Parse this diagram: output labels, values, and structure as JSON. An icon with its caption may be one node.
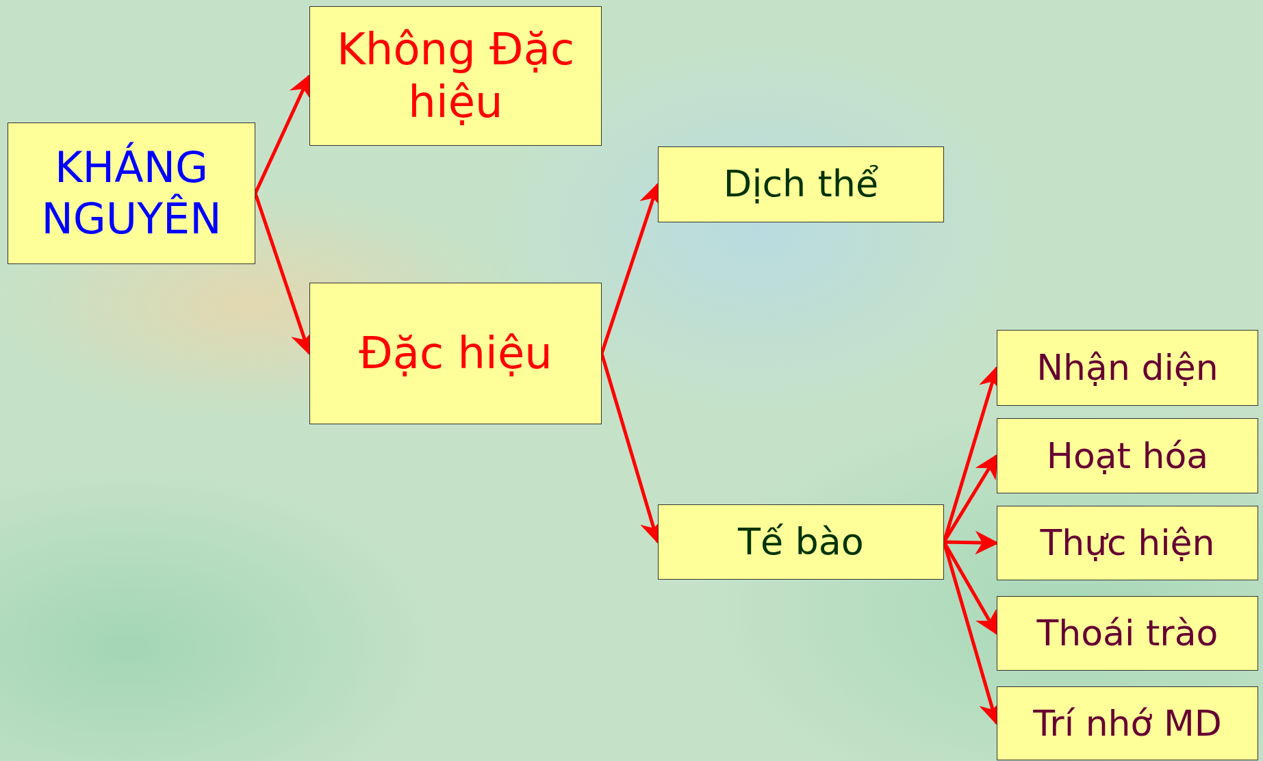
{
  "diagram": {
    "nodes": [
      {
        "text": [
          "KHÁNG NGUYÊN"
        ]
      },
      {
        "text": [
          "Không Đặc hiệu"
        ]
      },
      {
        "text": [
          "Đặc hiệu"
        ]
      },
      {
        "text": [
          "Dịch thể"
        ]
      },
      {
        "text": [
          "Tế bào"
        ]
      },
      {
        "text": [
          "Nhận diện"
        ]
      },
      {
        "text": [
          "Hoạt hóa"
        ]
      },
      {
        "text": [
          "Thực hiện"
        ]
      },
      {
        "text": [
          "Thoái trào"
        ]
      },
      {
        "text": [
          "Trí nhớ MD"
        ]
      }
    ],
    "edges": [
      {
        "from": 0,
        "to": 1,
        "arrow": "to"
      },
      {
        "from": 0,
        "to": 2,
        "arrow": "to"
      },
      {
        "from": 2,
        "to": 3,
        "arrow": "to"
      },
      {
        "from": 2,
        "to": 4,
        "arrow": "to"
      },
      {
        "from": 4,
        "to": 5,
        "arrow": "to"
      },
      {
        "from": 4,
        "to": 6,
        "arrow": "to"
      },
      {
        "from": 4,
        "to": 7,
        "arrow": "to"
      },
      {
        "from": 4,
        "to": 8,
        "arrow": "to"
      },
      {
        "from": 4,
        "to": 9,
        "arrow": "to"
      }
    ]
  }
}
